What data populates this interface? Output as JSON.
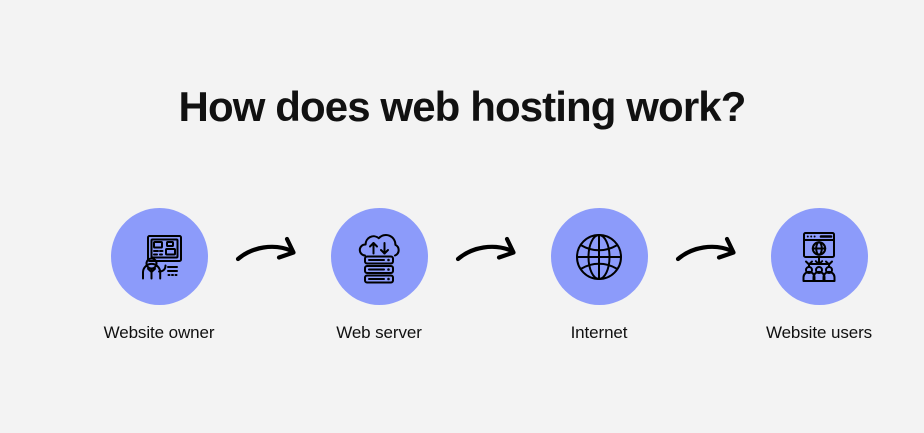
{
  "page": {
    "background_color": "#f3f3f3",
    "accent_color": "#8c9bfa",
    "text_color": "#101010"
  },
  "title": "How does web hosting work?",
  "flow": {
    "steps": [
      {
        "label": "Website owner",
        "icon": "presenter-board-icon"
      },
      {
        "label": "Web server",
        "icon": "cloud-server-stack-icon"
      },
      {
        "label": "Internet",
        "icon": "globe-icon"
      },
      {
        "label": "Website users",
        "icon": "browser-users-network-icon"
      }
    ],
    "connectors": [
      {
        "icon": "curved-arrow-right-icon"
      },
      {
        "icon": "curved-arrow-right-icon"
      },
      {
        "icon": "curved-arrow-right-icon"
      }
    ]
  }
}
